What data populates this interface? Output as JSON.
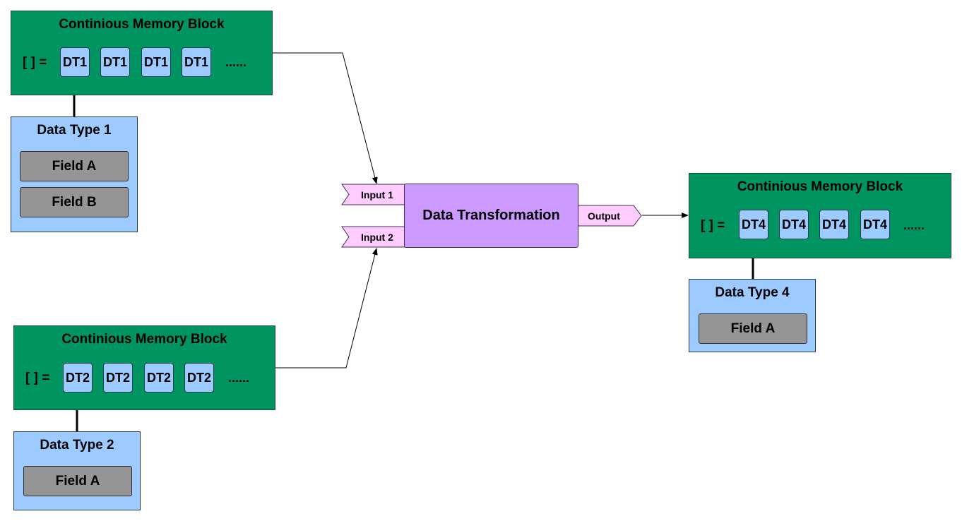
{
  "memory_blocks": [
    {
      "title": "Continious Memory Block",
      "prefix": "[ ] =",
      "cells": [
        "DT1",
        "DT1",
        "DT1",
        "DT1"
      ],
      "ellipsis": "......",
      "fill": "#009460"
    },
    {
      "title": "Continious Memory Block",
      "prefix": "[ ] =",
      "cells": [
        "DT2",
        "DT2",
        "DT2",
        "DT2"
      ],
      "ellipsis": "......",
      "fill": "#009460"
    },
    {
      "title": "Continious Memory Block",
      "prefix": "[ ] =",
      "cells": [
        "DT4",
        "DT4",
        "DT4",
        "DT4"
      ],
      "ellipsis": "......",
      "fill": "#009460"
    }
  ],
  "data_types": [
    {
      "title": "Data Type 1",
      "fields": [
        "Field A",
        "Field B"
      ]
    },
    {
      "title": "Data Type 2",
      "fields": [
        "Field A"
      ]
    },
    {
      "title": "Data Type 4",
      "fields": [
        "Field A"
      ]
    }
  ],
  "transform": {
    "label": "Data Transformation",
    "inputs": [
      "Input 1",
      "Input 2"
    ],
    "output": "Output",
    "fill": "#cc99ff",
    "port_fill": "#ffccff"
  },
  "colors": {
    "memory_block": "#009460",
    "cell": "#9ecbff",
    "field": "#959595"
  }
}
